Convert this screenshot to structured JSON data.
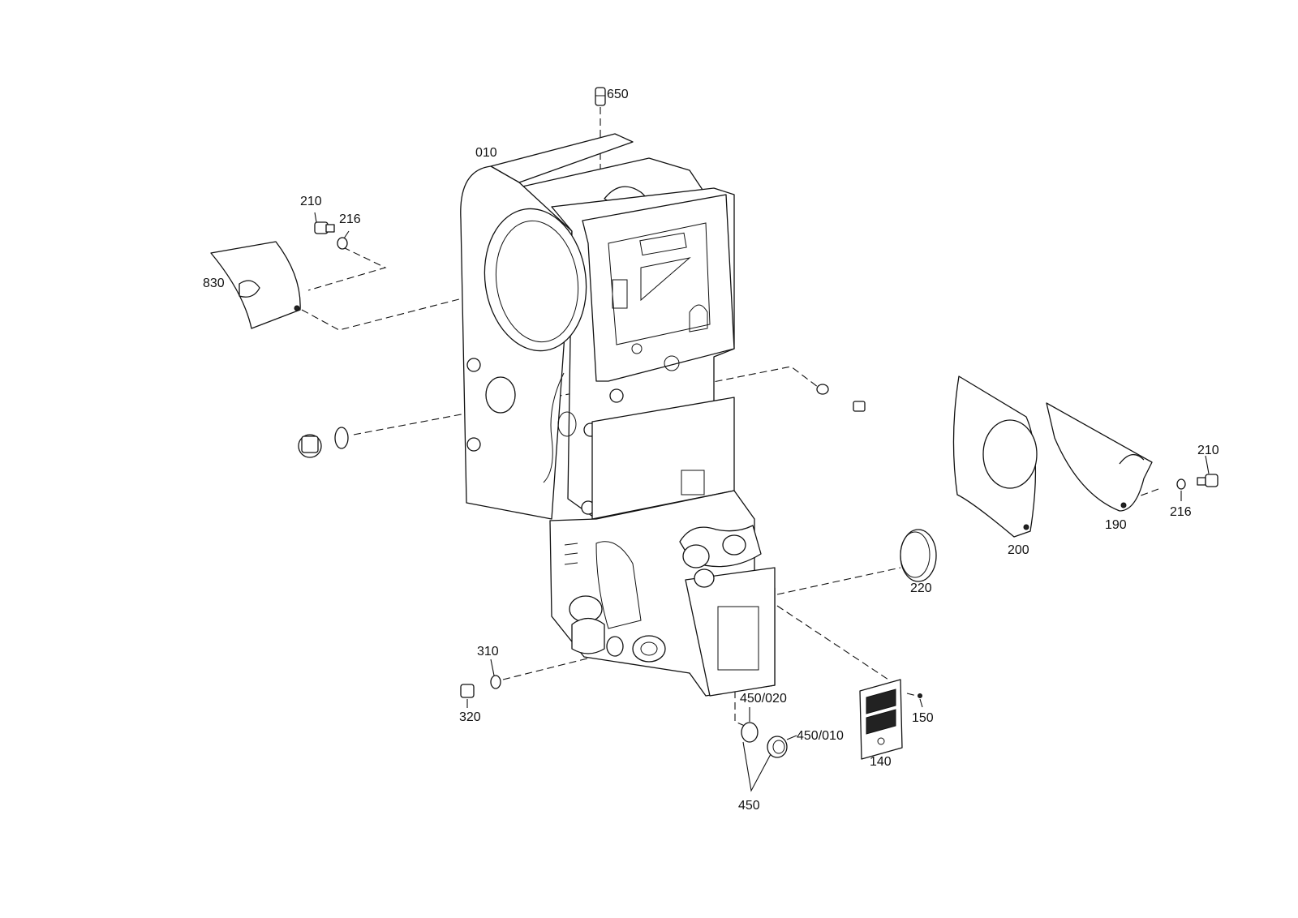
{
  "labels": {
    "l650": "650",
    "l010": "010",
    "l210a": "210",
    "l216a": "216",
    "l830": "830",
    "l210b": "210",
    "l216b": "216",
    "l190": "190",
    "l200": "200",
    "l220": "220",
    "l310": "310",
    "l320": "320",
    "l450_020": "450/020",
    "l450_010": "450/010",
    "l150": "150",
    "l140": "140",
    "l450": "450"
  },
  "colors": {
    "line": "#111111",
    "background": "#ffffff"
  }
}
